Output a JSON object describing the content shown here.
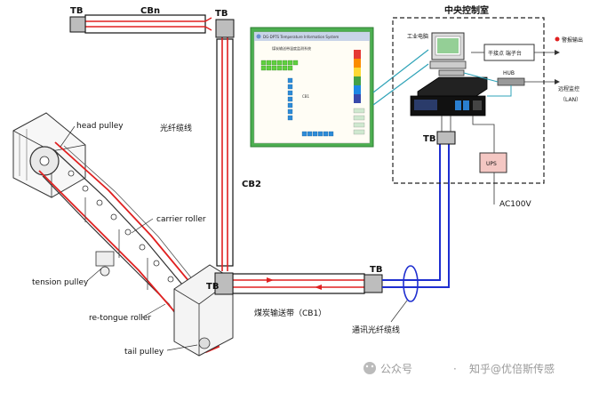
{
  "labels": {
    "tb_top_left": "TB",
    "cbn": "CBn",
    "tb_top_right": "TB",
    "fiber_cable": "光纤缆线",
    "cb2": "CB2",
    "head_pulley": "head pulley",
    "carrier_roller": "carrier roller",
    "tension_pulley": "tension pulley",
    "retongue_roller": "re-tongue roller",
    "tail_pulley": "tail pulley",
    "tb_corner": "TB",
    "tb_right": "TB",
    "coal_belt": "煤炭输送带（CB1）",
    "comm_fiber": "通讯光纤缆线",
    "control_room": "中央控制室",
    "industrial_pc": "工业电脑",
    "dry_contact": "干接点  端子台",
    "alarm_output": "警报输出",
    "hub": "HUB",
    "remote_monitor": "远程监控",
    "lan": "（LAN）",
    "tb_room": "TB",
    "ups": "UPS",
    "ac_power": "AC100V",
    "screen_title": "DG-DPTS Temperature Information System",
    "screen_caption": "煤炭输送带温度监测系统",
    "screen_cb": "CB1"
  },
  "watermark": {
    "platform": "公众号",
    "separator": "·",
    "account": "知乎@优倍斯传感"
  },
  "colors": {
    "fiber_red": "#e02020",
    "fiber_blue": "#1f2fd0",
    "cable_cyan": "#2fa3b8",
    "screen_green": "#4caf50",
    "ups_fill": "#f4c7c3",
    "tb_gray": "#bdbdbd",
    "dashed_frame": "#222222"
  }
}
